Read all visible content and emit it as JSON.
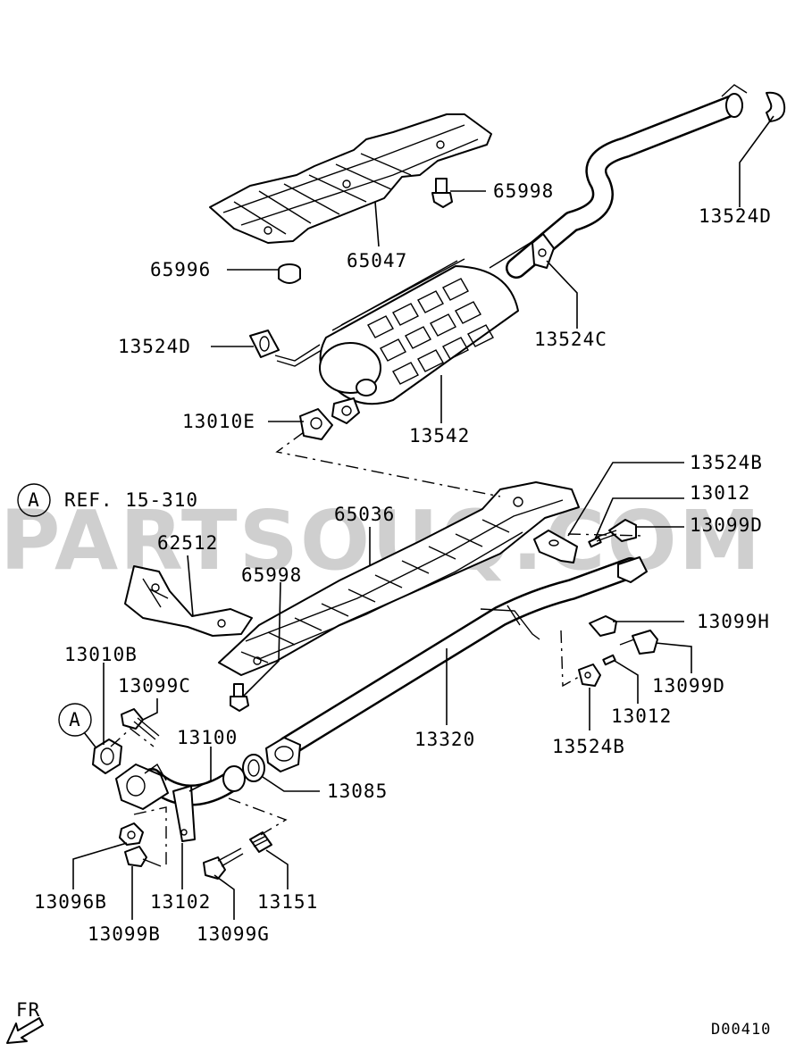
{
  "watermark": "PARTSOUQ.COM",
  "reference": {
    "letter": "A",
    "text": "REF. 15-310"
  },
  "marker_a": "A",
  "direction": "FR",
  "diagram_code": "D00410",
  "labels": {
    "p13524D_top": "13524D",
    "p65998_top": "65998",
    "p65047": "65047",
    "p65996": "65996",
    "p13524D_left": "13524D",
    "p13524C": "13524C",
    "p13010E": "13010E",
    "p13542": "13542",
    "p13524B_top": "13524B",
    "p13012_top": "13012",
    "p13099D_top": "13099D",
    "p65036": "65036",
    "p62512": "62512",
    "p65998_mid": "65998",
    "p13099H": "13099H",
    "p13010B": "13010B",
    "p13099C": "13099C",
    "p13100": "13100",
    "p13320": "13320",
    "p13099D_bottom": "13099D",
    "p13012_bottom": "13012",
    "p13524B_bottom": "13524B",
    "p13085": "13085",
    "p13096B": "13096B",
    "p13102": "13102",
    "p13151": "13151",
    "p13099B": "13099B",
    "p13099G": "13099G"
  }
}
